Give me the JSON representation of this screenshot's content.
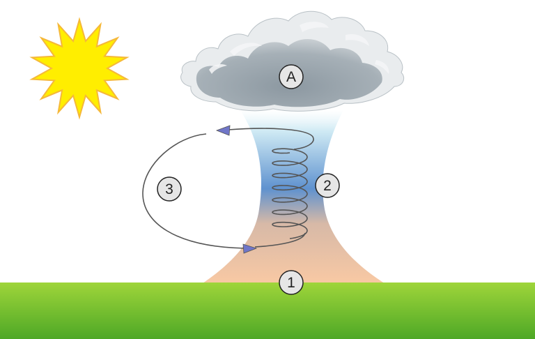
{
  "labels": {
    "cloud": "A",
    "ground": "1",
    "column": "2",
    "circulation": "3"
  },
  "colors": {
    "sun_fill": "#ffee00",
    "sun_stroke": "#f5b83a",
    "grass_top": "#9fd53a",
    "grass_bottom": "#4ea826",
    "column_top": "#d8eef6",
    "column_mid": "#5b8fcf",
    "column_bottom": "#f8c9a6",
    "cloud_light": "#e9ecee",
    "cloud_dark": "#8e9aa2",
    "arrow": "#7076c8",
    "line": "#555555",
    "label_fill": "#e6e6e6"
  },
  "icons": {
    "sun": "sun-icon",
    "cloud": "storm-cloud-icon"
  }
}
